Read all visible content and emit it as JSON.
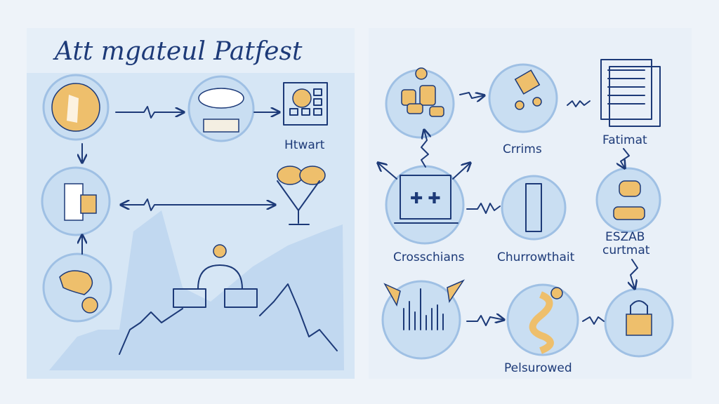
{
  "left_panel": {
    "title": "Att mgateul Patfest",
    "labels": [
      "Htwart"
    ]
  },
  "right_panel": {
    "labels": {
      "crrims": "Crrims",
      "fatimat": "Fatimat",
      "crosschians": "Crosschians",
      "churrowthait": "Churrowthait",
      "eszab": "ESZAB",
      "curtmat": "curtmat",
      "pelsurowed": "Pelsurowed"
    }
  },
  "colors": {
    "ink": "#1d3a78",
    "node": "#c9def2",
    "accent": "#eebf6c",
    "panel": "#d6e6f5"
  }
}
